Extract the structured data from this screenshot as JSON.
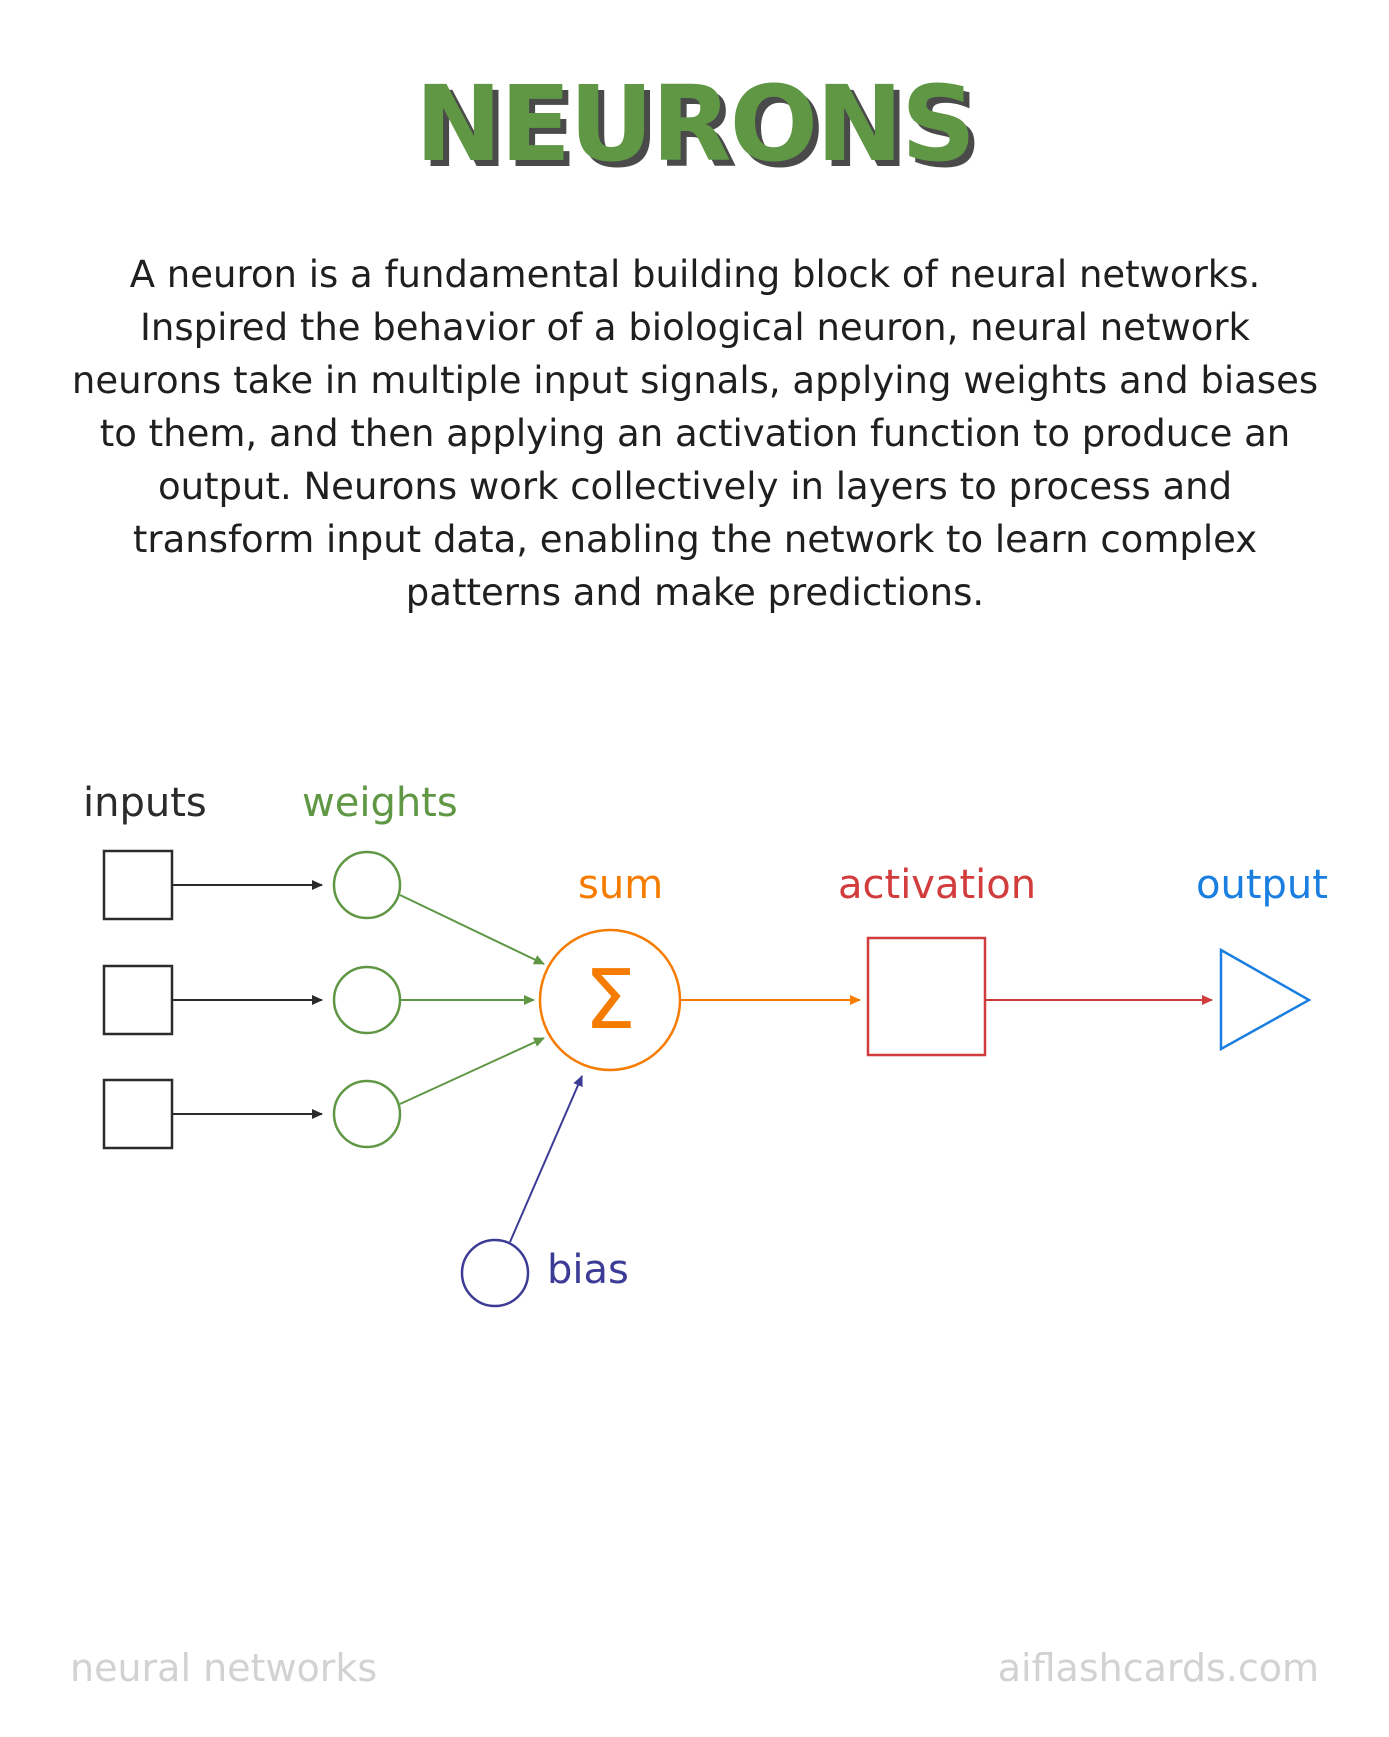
{
  "title": "NEURONS",
  "description": "A neuron is a fundamental building block of neural networks. Inspired the behavior of a biological neuron, neural network neurons take in multiple input signals, applying weights and biases to them, and then applying an activation function to produce an output. Neurons work collectively in layers to process and transform input data, enabling the network to learn complex patterns and make predictions.",
  "diagram": {
    "labels": {
      "inputs": "inputs",
      "weights": "weights",
      "sum": "sum",
      "activation": "activation",
      "output": "output",
      "bias": "bias"
    },
    "sum_symbol": "Σ",
    "colors": {
      "inputs": "#2b2b2b",
      "weights": "#5f9745",
      "sum": "#f57c00",
      "activation": "#d23c3c",
      "output": "#1a7fe0",
      "bias": "#3c3c96"
    }
  },
  "footer": {
    "left": "neural networks",
    "right": "aiflashcards.com"
  }
}
